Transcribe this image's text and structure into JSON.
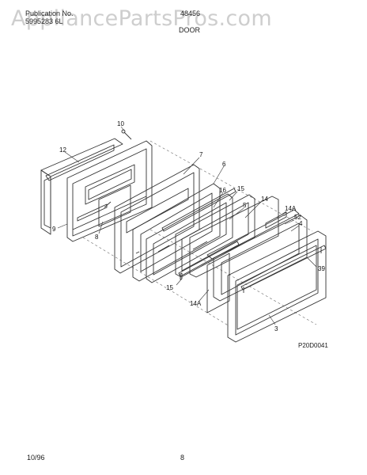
{
  "header": {
    "publication_label": "Publication No.",
    "publication_value": "5995283 6L",
    "model": "48456",
    "section": "DOOR"
  },
  "watermark": "AppliancePartsPros.com",
  "diagram": {
    "callouts": [
      "10",
      "12",
      "7",
      "6",
      "16",
      "15",
      "14",
      "5",
      "14A",
      "52",
      "4",
      "9",
      "8",
      "39",
      "15",
      "14A",
      "3"
    ],
    "reference_code": "P20D0041"
  },
  "footer": {
    "date": "10/96",
    "page": "8"
  }
}
